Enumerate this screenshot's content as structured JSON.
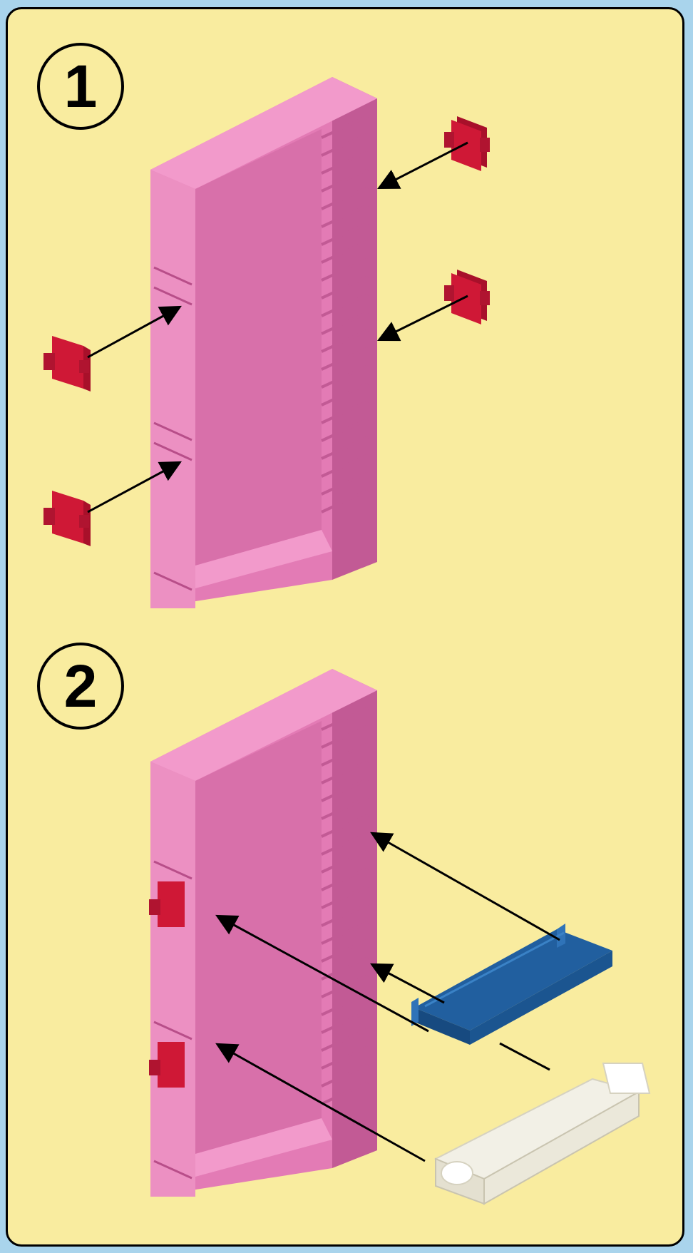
{
  "steps": [
    {
      "number": "1"
    },
    {
      "number": "2"
    }
  ],
  "colors": {
    "panel_background": "#f9ec9f",
    "page_background": "#a9d4ec",
    "tray_pink": "#e37bb5",
    "clip_red": "#cf1836",
    "cover_blue": "#215f9f",
    "sleeve_white": "#f2f0e6",
    "outline": "#000000"
  },
  "icons": [
    "pink-slotted-tray",
    "red-clip",
    "blue-cover",
    "white-sleeve",
    "pointer-arrow"
  ]
}
